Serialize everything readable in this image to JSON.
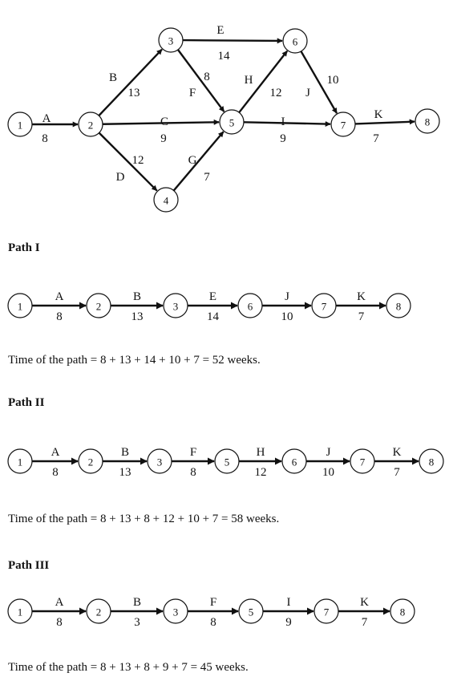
{
  "network": {
    "nodes": [
      "1",
      "2",
      "3",
      "4",
      "5",
      "6",
      "7",
      "8"
    ],
    "edges": [
      {
        "from": "1",
        "to": "2",
        "activity": "A",
        "duration": "8"
      },
      {
        "from": "2",
        "to": "3",
        "activity": "B",
        "duration": "13"
      },
      {
        "from": "2",
        "to": "5",
        "activity": "C",
        "duration": "9"
      },
      {
        "from": "2",
        "to": "4",
        "activity": "D",
        "duration": "12"
      },
      {
        "from": "3",
        "to": "6",
        "activity": "E",
        "duration": "14"
      },
      {
        "from": "3",
        "to": "5",
        "activity": "F",
        "duration": "8"
      },
      {
        "from": "4",
        "to": "5",
        "activity": "G",
        "duration": "7"
      },
      {
        "from": "5",
        "to": "6",
        "activity": "H",
        "duration": "12"
      },
      {
        "from": "5",
        "to": "7",
        "activity": "I",
        "duration": "9"
      },
      {
        "from": "6",
        "to": "7",
        "activity": "J",
        "duration": "10"
      },
      {
        "from": "7",
        "to": "8",
        "activity": "K",
        "duration": "7"
      }
    ]
  },
  "paths": [
    {
      "heading": "Path I",
      "nodes": [
        "1",
        "2",
        "3",
        "6",
        "7",
        "8"
      ],
      "activities": [
        "A",
        "B",
        "E",
        "J",
        "K"
      ],
      "durations": [
        "8",
        "13",
        "14",
        "10",
        "7"
      ],
      "caption": "Time of  the path = 8 + 13  + 14  + 10 + 7 = 52 weeks."
    },
    {
      "heading": "Path II",
      "nodes": [
        "1",
        "2",
        "3",
        "5",
        "6",
        "7",
        "8"
      ],
      "activities": [
        "A",
        "B",
        "F",
        "H",
        "J",
        "K"
      ],
      "durations": [
        "8",
        "13",
        "8",
        "12",
        "10",
        "7"
      ],
      "caption": "Time of  the path = 8 + 13  + 8  + 12 + 10 + 7 = 58 weeks."
    },
    {
      "heading": "Path III",
      "nodes": [
        "1",
        "2",
        "3",
        "5",
        "7",
        "8"
      ],
      "activities": [
        "A",
        "B",
        "F",
        "I",
        "K"
      ],
      "durations": [
        "8",
        "3",
        "8",
        "9",
        "7"
      ],
      "caption": "Time of  the path = 8 + 13  + 8  +  9 + 7 = 45 weeks."
    }
  ]
}
